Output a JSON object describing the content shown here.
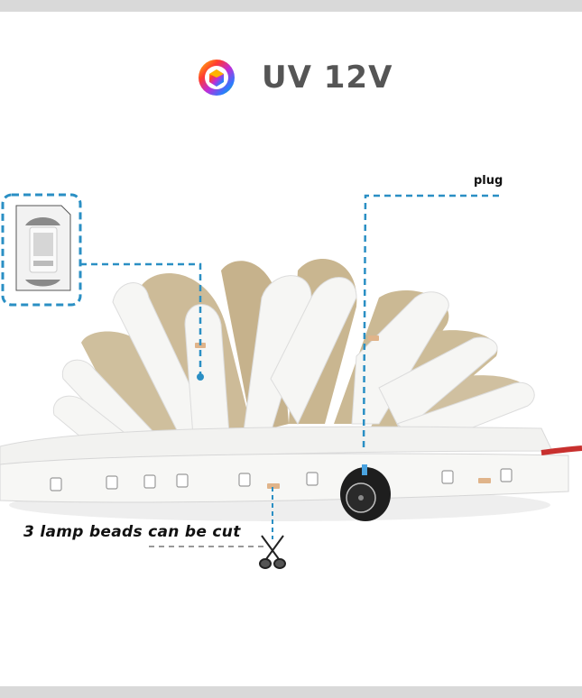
{
  "header": {
    "title": "UV 12V",
    "logo_icon": "color-wheel-icon"
  },
  "callouts": {
    "controller_label": "",
    "plug_label": "plug",
    "cut_label": "3 lamp beads can be cut",
    "cut_icon": "scissors-icon"
  },
  "colors": {
    "title": "#555555",
    "callout_line": "#2a8fc4",
    "background": "#ffffff",
    "frame_band": "#d9d9d9",
    "strip_white": "#f4f4f2",
    "strip_backing": "#c9b796",
    "wire_red": "#c8302e",
    "plug_black": "#1e1e1e"
  }
}
